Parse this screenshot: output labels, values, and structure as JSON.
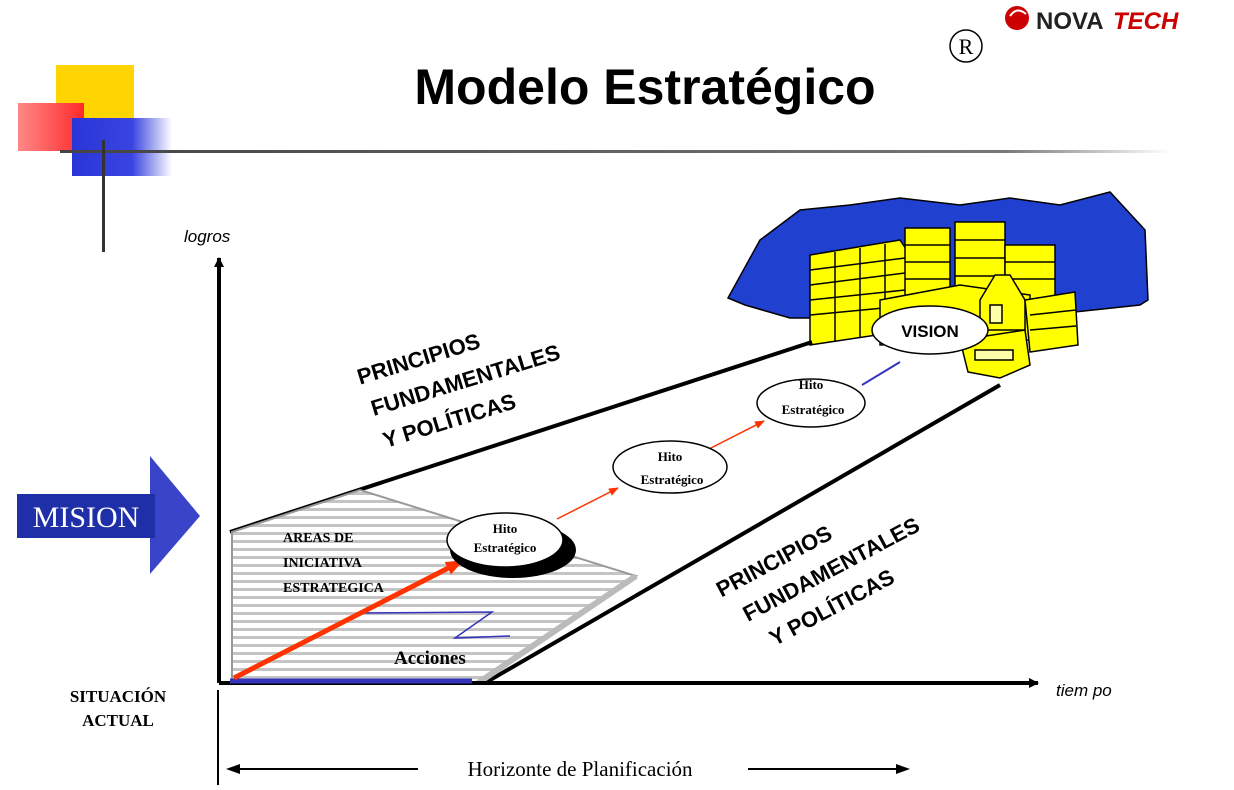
{
  "title": "Modelo Estratégico",
  "registered_mark": "R",
  "brand": {
    "name_nova": "NOVA",
    "name_tech": "TECH",
    "color": "#cc0000"
  },
  "colors": {
    "mision_box": "#1e2fa8",
    "mision_arrow": "#3a44c8",
    "yellow": "#ffff00",
    "mountain": "#2040d0",
    "red_arrow": "#ff3300",
    "blue_line": "#3333bb"
  },
  "axes": {
    "y_label": "logros",
    "x_label": "tiem po"
  },
  "mision_label": "MISION",
  "situacion": {
    "line1": "SITUACIÓN",
    "line2": "ACTUAL"
  },
  "principios_upper": {
    "line1": "PRINCIPIOS",
    "line2": "FUNDAMENTALES",
    "line3": "Y POLÍTICAS"
  },
  "principios_lower": {
    "line1": "PRINCIPIOS",
    "line2": "FUNDAMENTALES",
    "line3": "Y POLÍTICAS"
  },
  "areas": {
    "line1": "AREAS DE",
    "line2": "INICIATIVA",
    "line3": "ESTRATEGICA"
  },
  "acciones": "Acciones",
  "hitos": [
    {
      "line1": "Hito",
      "line2": "Estratégico"
    },
    {
      "line1": "Hito",
      "line2": "Estratégico"
    },
    {
      "line1": "Hito",
      "line2": "Estratégico"
    }
  ],
  "vision": "VISION",
  "horizonte": "Horizonte de Planificación"
}
